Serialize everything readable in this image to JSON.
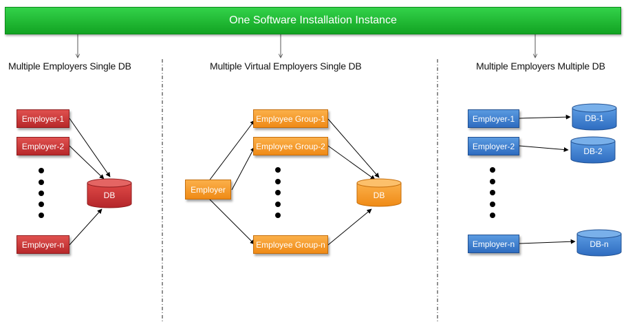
{
  "banner": {
    "title": "One Software Installation Instance"
  },
  "sections": {
    "left": {
      "heading": "Multiple Employers Single DB",
      "employers": [
        "Employer-1",
        "Employer-2",
        "Employer-n"
      ],
      "db": "DB"
    },
    "middle": {
      "heading": "Multiple Virtual Employers Single DB",
      "employer": "Employer",
      "groups": [
        "Employee Group-1",
        "Employee Group-2",
        "Employee Group-n"
      ],
      "db": "DB"
    },
    "right": {
      "heading": "Multiple Employers Multiple DB",
      "employers": [
        "Employer-1",
        "Employer-2",
        "Employer-n"
      ],
      "dbs": [
        "DB-1",
        "DB-2",
        "DB-n"
      ]
    }
  },
  "colors": {
    "banner": "#1fb833",
    "left": "#c9302c",
    "middle": "#f5961e",
    "right": "#3b7dd0"
  }
}
